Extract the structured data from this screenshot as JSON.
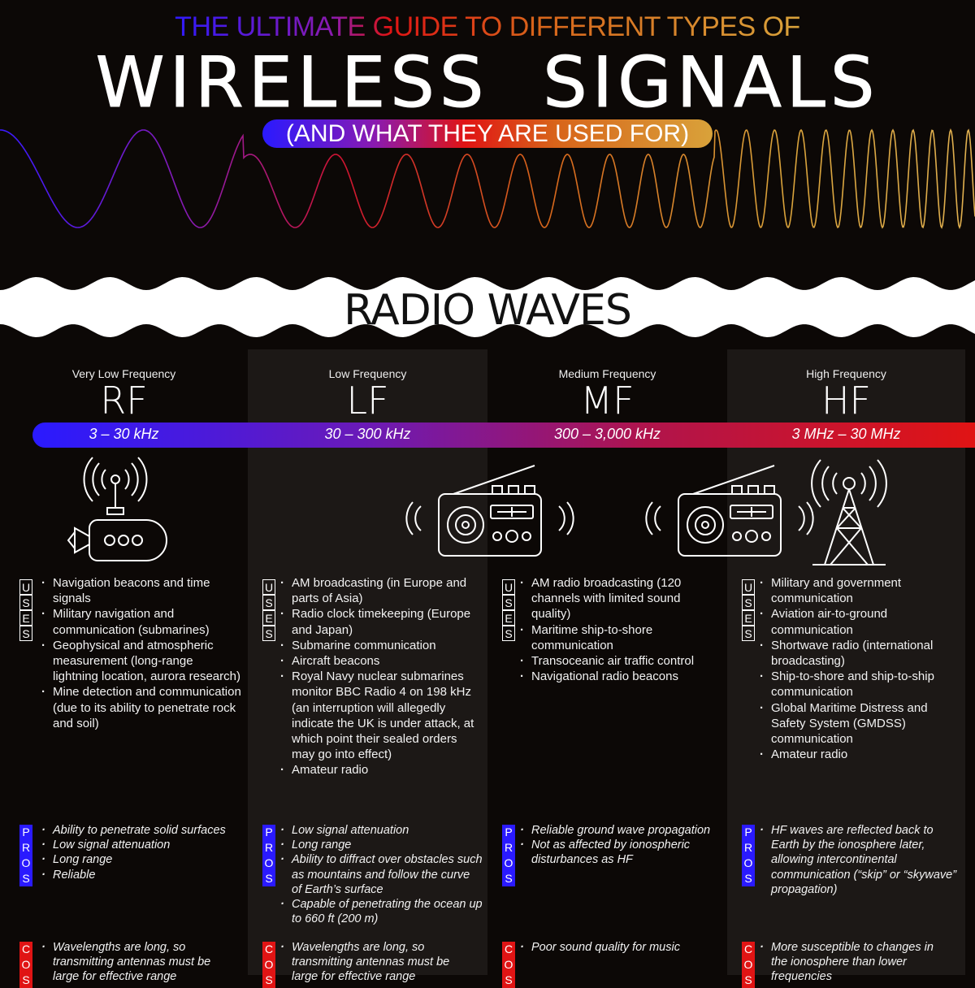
{
  "header": {
    "kicker": "THE ULTIMATE GUIDE TO DIFFERENT TYPES OF",
    "title": "WIRELESS  SIGNALS",
    "subtitle": "(AND WHAT THEY ARE USED FOR)"
  },
  "section": {
    "title": "RADIO WAVES"
  },
  "labels": {
    "uses": [
      "U",
      "S",
      "E",
      "S"
    ],
    "pros": [
      "P",
      "R",
      "O",
      "S"
    ],
    "cons": [
      "C",
      "O",
      "S"
    ]
  },
  "colors": {
    "blue": "#2a1aff",
    "purple": "#8a1ab0",
    "red": "#e01414",
    "orange": "#d8641a",
    "gold": "#d9a23a",
    "background": "#0c0806",
    "alt_background": "#1c1816"
  },
  "columns": [
    {
      "name": "Very Low Frequency",
      "abbr": "RF",
      "range": "3 – 30 kHz",
      "icon": "submarine-icon",
      "uses": [
        "Navigation beacons and time signals",
        "Military navigation and communication (submarines)",
        "Geophysical and atmospheric measurement (long-range lightning location, aurora research)",
        "Mine detection and communication (due to its ability to penetrate rock and soil)"
      ],
      "pros": [
        "Ability to penetrate solid surfaces",
        "Low signal attenuation",
        "Long range",
        "Reliable"
      ],
      "cons": [
        "Wavelengths are long, so transmitting antennas must be large for effective range"
      ]
    },
    {
      "name": "Low Frequency",
      "abbr": "LF",
      "range": "30 – 300 kHz",
      "icon": "radio-icon",
      "uses": [
        "AM broadcasting (in Europe and parts of Asia)",
        "Radio clock timekeeping (Europe and Japan)",
        "Submarine communication",
        "Aircraft beacons",
        "Royal Navy nuclear submarines monitor BBC Radio 4 on 198 kHz (an interruption will allegedly indicate the UK is under attack, at which point their sealed orders may go into effect)",
        "Amateur radio"
      ],
      "pros": [
        "Low signal attenuation",
        "Long range",
        "Ability to diffract over obstacles such as mountains and follow the curve of Earth’s surface",
        "Capable of penetrating the ocean up to 660 ft (200 m)"
      ],
      "cons": [
        "Wavelengths are long, so transmitting antennas must be large for effective range"
      ]
    },
    {
      "name": "Medium Frequency",
      "abbr": "MF",
      "range": "300 – 3,000 kHz",
      "icon": "radio-icon",
      "uses": [
        "AM radio broadcasting (120 channels with limited sound quality)",
        "Maritime ship-to-shore communication",
        "Transoceanic air traffic control",
        "Navigational radio beacons"
      ],
      "pros": [
        "Reliable ground wave propagation",
        "Not as affected by ionospheric disturbances as HF"
      ],
      "cons": [
        "Poor sound quality for music"
      ]
    },
    {
      "name": "High Frequency",
      "abbr": "HF",
      "range": "3 MHz – 30 MHz",
      "icon": "radio-tower-icon",
      "uses": [
        "Military and government communication",
        "Aviation air-to-ground communication",
        "Shortwave radio (international broadcasting)",
        "Ship-to-shore and ship-to-ship communication",
        "Global Maritime Distress and Safety System (GMDSS) communication",
        "Amateur radio"
      ],
      "pros": [
        "HF waves are reflected back to Earth by the ionosphere later, allowing intercontinental communication (“skip” or “skywave” propagation)"
      ],
      "cons": [
        "More susceptible to changes in the ionosphere than lower frequencies"
      ]
    }
  ]
}
